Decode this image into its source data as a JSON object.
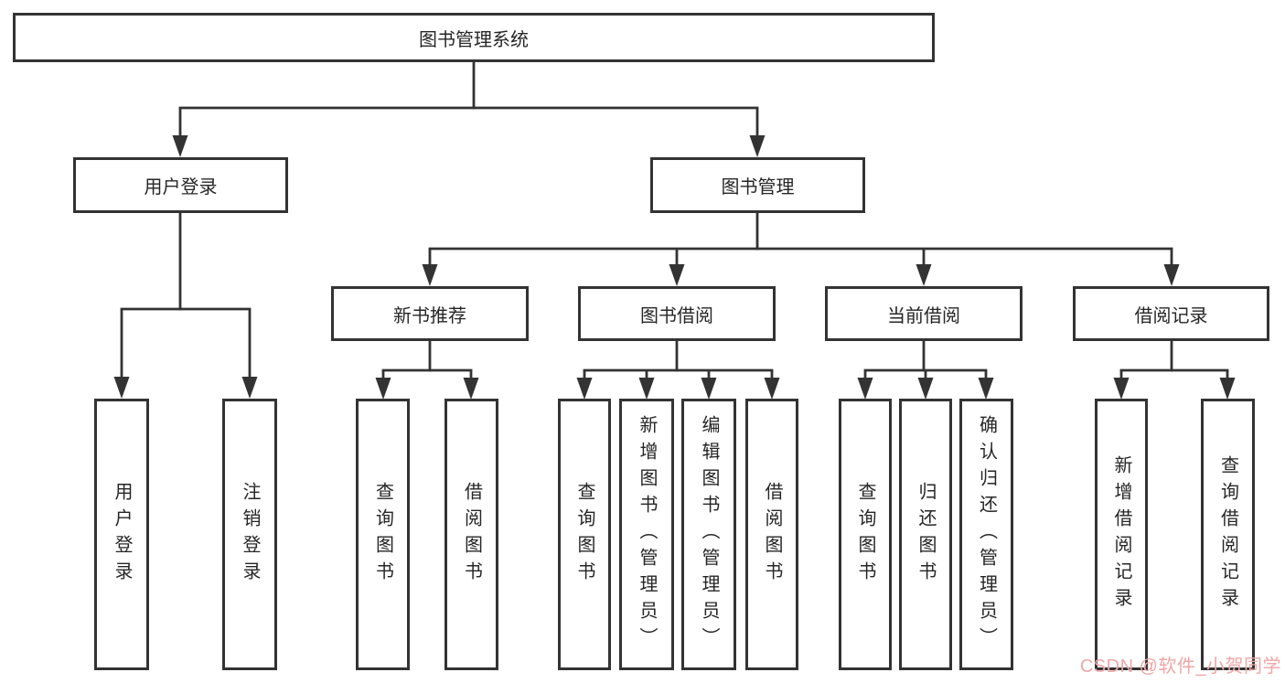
{
  "diagram": {
    "root": {
      "label": "图书管理系统"
    },
    "branches": [
      {
        "label": "用户登录",
        "children": [
          {
            "label": "用户登录"
          },
          {
            "label": "注销登录"
          }
        ]
      },
      {
        "label": "图书管理",
        "children": [
          {
            "label": "新书推荐",
            "children": [
              {
                "label": "查询图书"
              },
              {
                "label": "借阅图书"
              }
            ]
          },
          {
            "label": "图书借阅",
            "children": [
              {
                "label": "查询图书"
              },
              {
                "label": "新增图书（管理员）"
              },
              {
                "label": "编辑图书（管理员）"
              },
              {
                "label": "借阅图书"
              }
            ]
          },
          {
            "label": "当前借阅",
            "children": [
              {
                "label": "查询图书"
              },
              {
                "label": "归还图书"
              },
              {
                "label": "确认归还（管理员）"
              }
            ]
          },
          {
            "label": "借阅记录",
            "children": [
              {
                "label": "新增借阅记录"
              },
              {
                "label": "查询借阅记录"
              }
            ]
          }
        ]
      }
    ]
  },
  "watermark": {
    "text": "CSDN @软件_小贺同学"
  },
  "colors": {
    "line": "#333333",
    "box_border": "#333333",
    "text": "#262626",
    "watermark": "#f0a6a6",
    "background": "#ffffff"
  }
}
